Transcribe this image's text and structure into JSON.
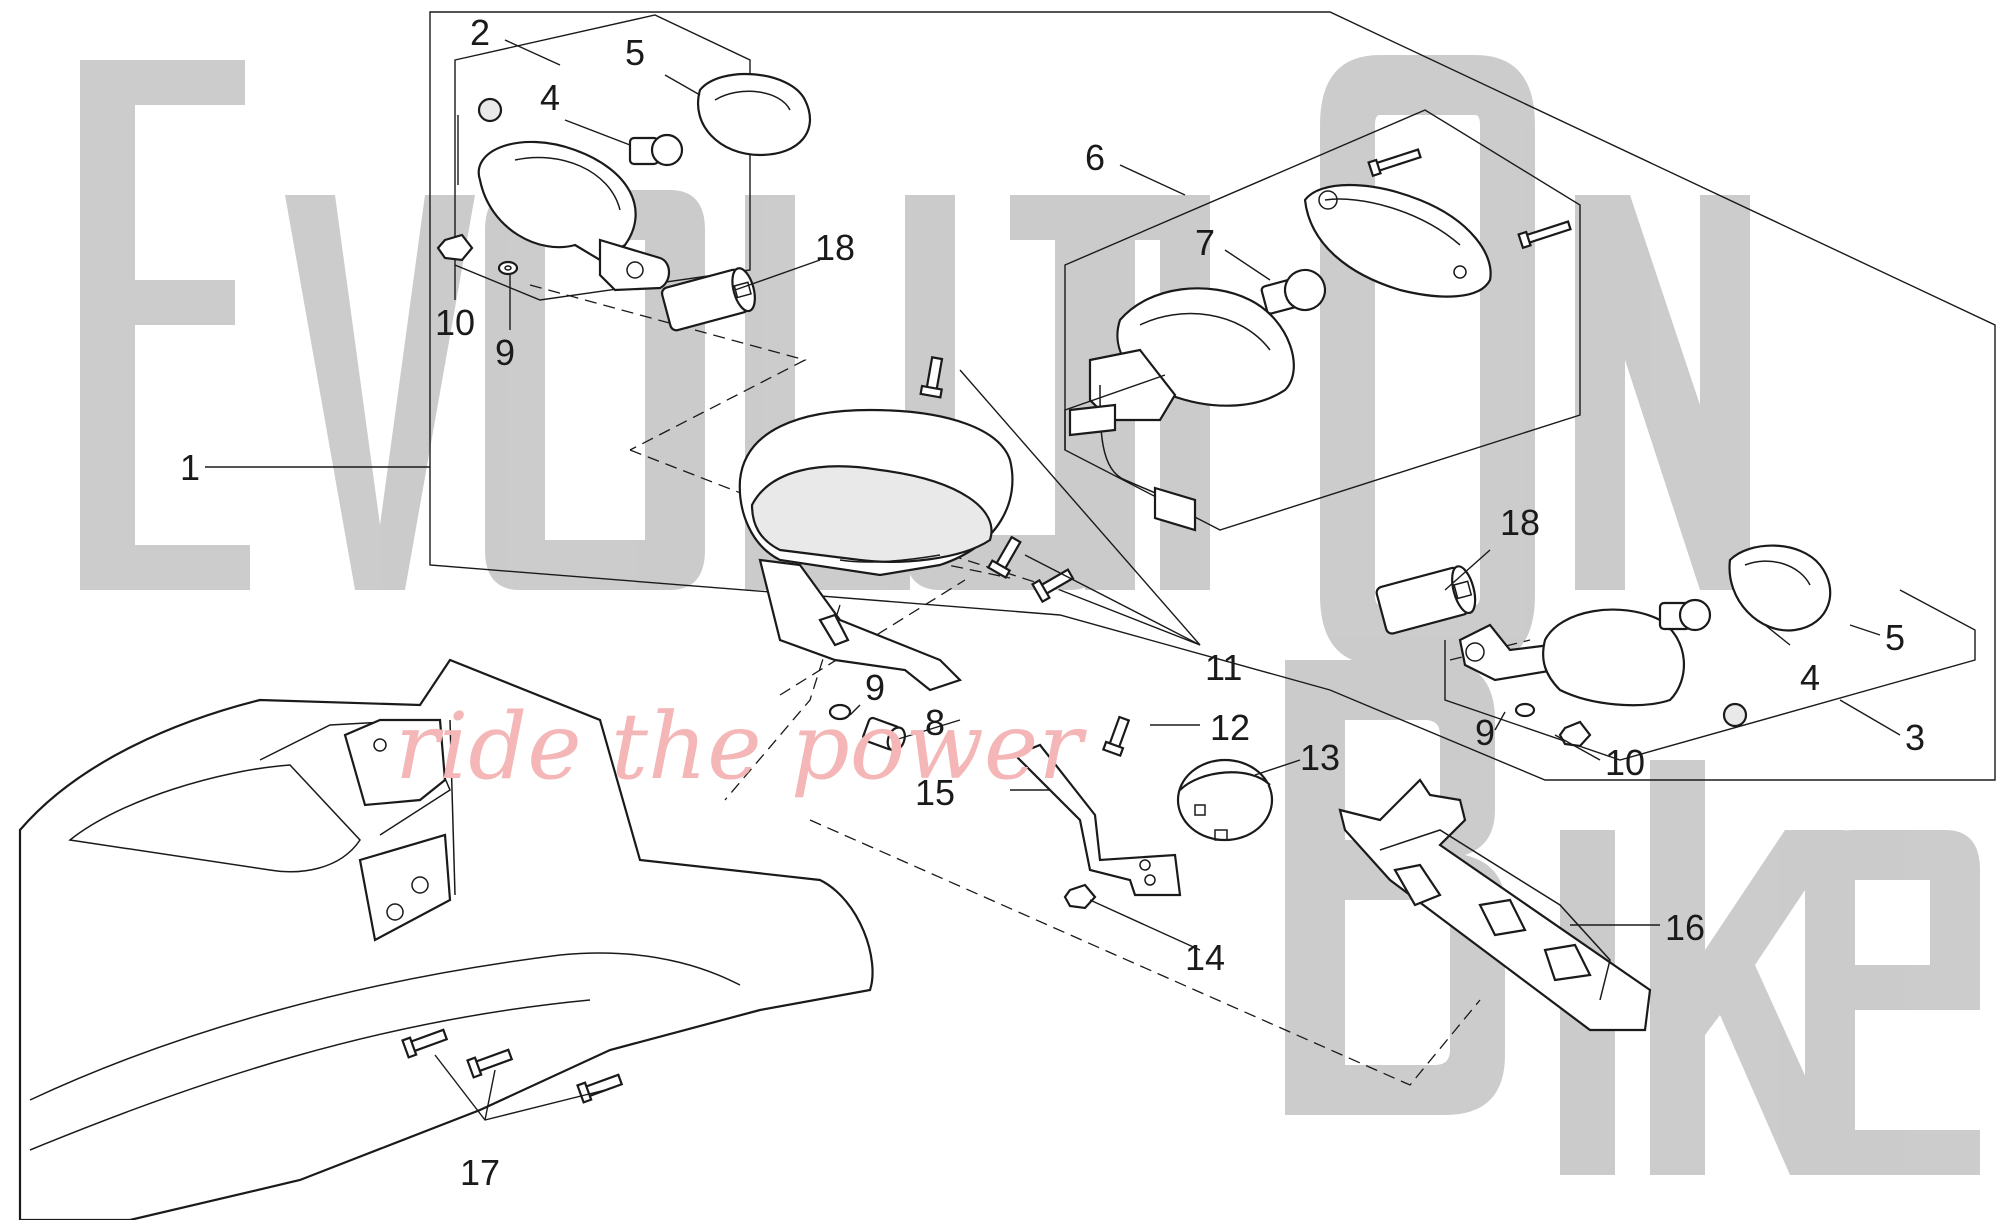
{
  "watermark": {
    "brand_word_1": "EvOLUTiOn",
    "brand_word_2": "Bike",
    "tagline": "ride the power",
    "colors": {
      "letters": "#c9c9c9",
      "tagline": "#f4b6b6"
    }
  },
  "callouts": [
    {
      "id": "c1",
      "label": "1"
    },
    {
      "id": "c2",
      "label": "2"
    },
    {
      "id": "c3",
      "label": "3"
    },
    {
      "id": "c4a",
      "label": "4"
    },
    {
      "id": "c4b",
      "label": "4"
    },
    {
      "id": "c5a",
      "label": "5"
    },
    {
      "id": "c5b",
      "label": "5"
    },
    {
      "id": "c6",
      "label": "6"
    },
    {
      "id": "c7",
      "label": "7"
    },
    {
      "id": "c8",
      "label": "8"
    },
    {
      "id": "c9a",
      "label": "9"
    },
    {
      "id": "c9b",
      "label": "9"
    },
    {
      "id": "c9c",
      "label": "9"
    },
    {
      "id": "c10a",
      "label": "10"
    },
    {
      "id": "c10b",
      "label": "10"
    },
    {
      "id": "c11",
      "label": "11"
    },
    {
      "id": "c12",
      "label": "12"
    },
    {
      "id": "c13",
      "label": "13"
    },
    {
      "id": "c14",
      "label": "14"
    },
    {
      "id": "c15",
      "label": "15"
    },
    {
      "id": "c16",
      "label": "16"
    },
    {
      "id": "c17",
      "label": "17"
    },
    {
      "id": "c18a",
      "label": "18"
    },
    {
      "id": "c18b",
      "label": "18"
    }
  ]
}
